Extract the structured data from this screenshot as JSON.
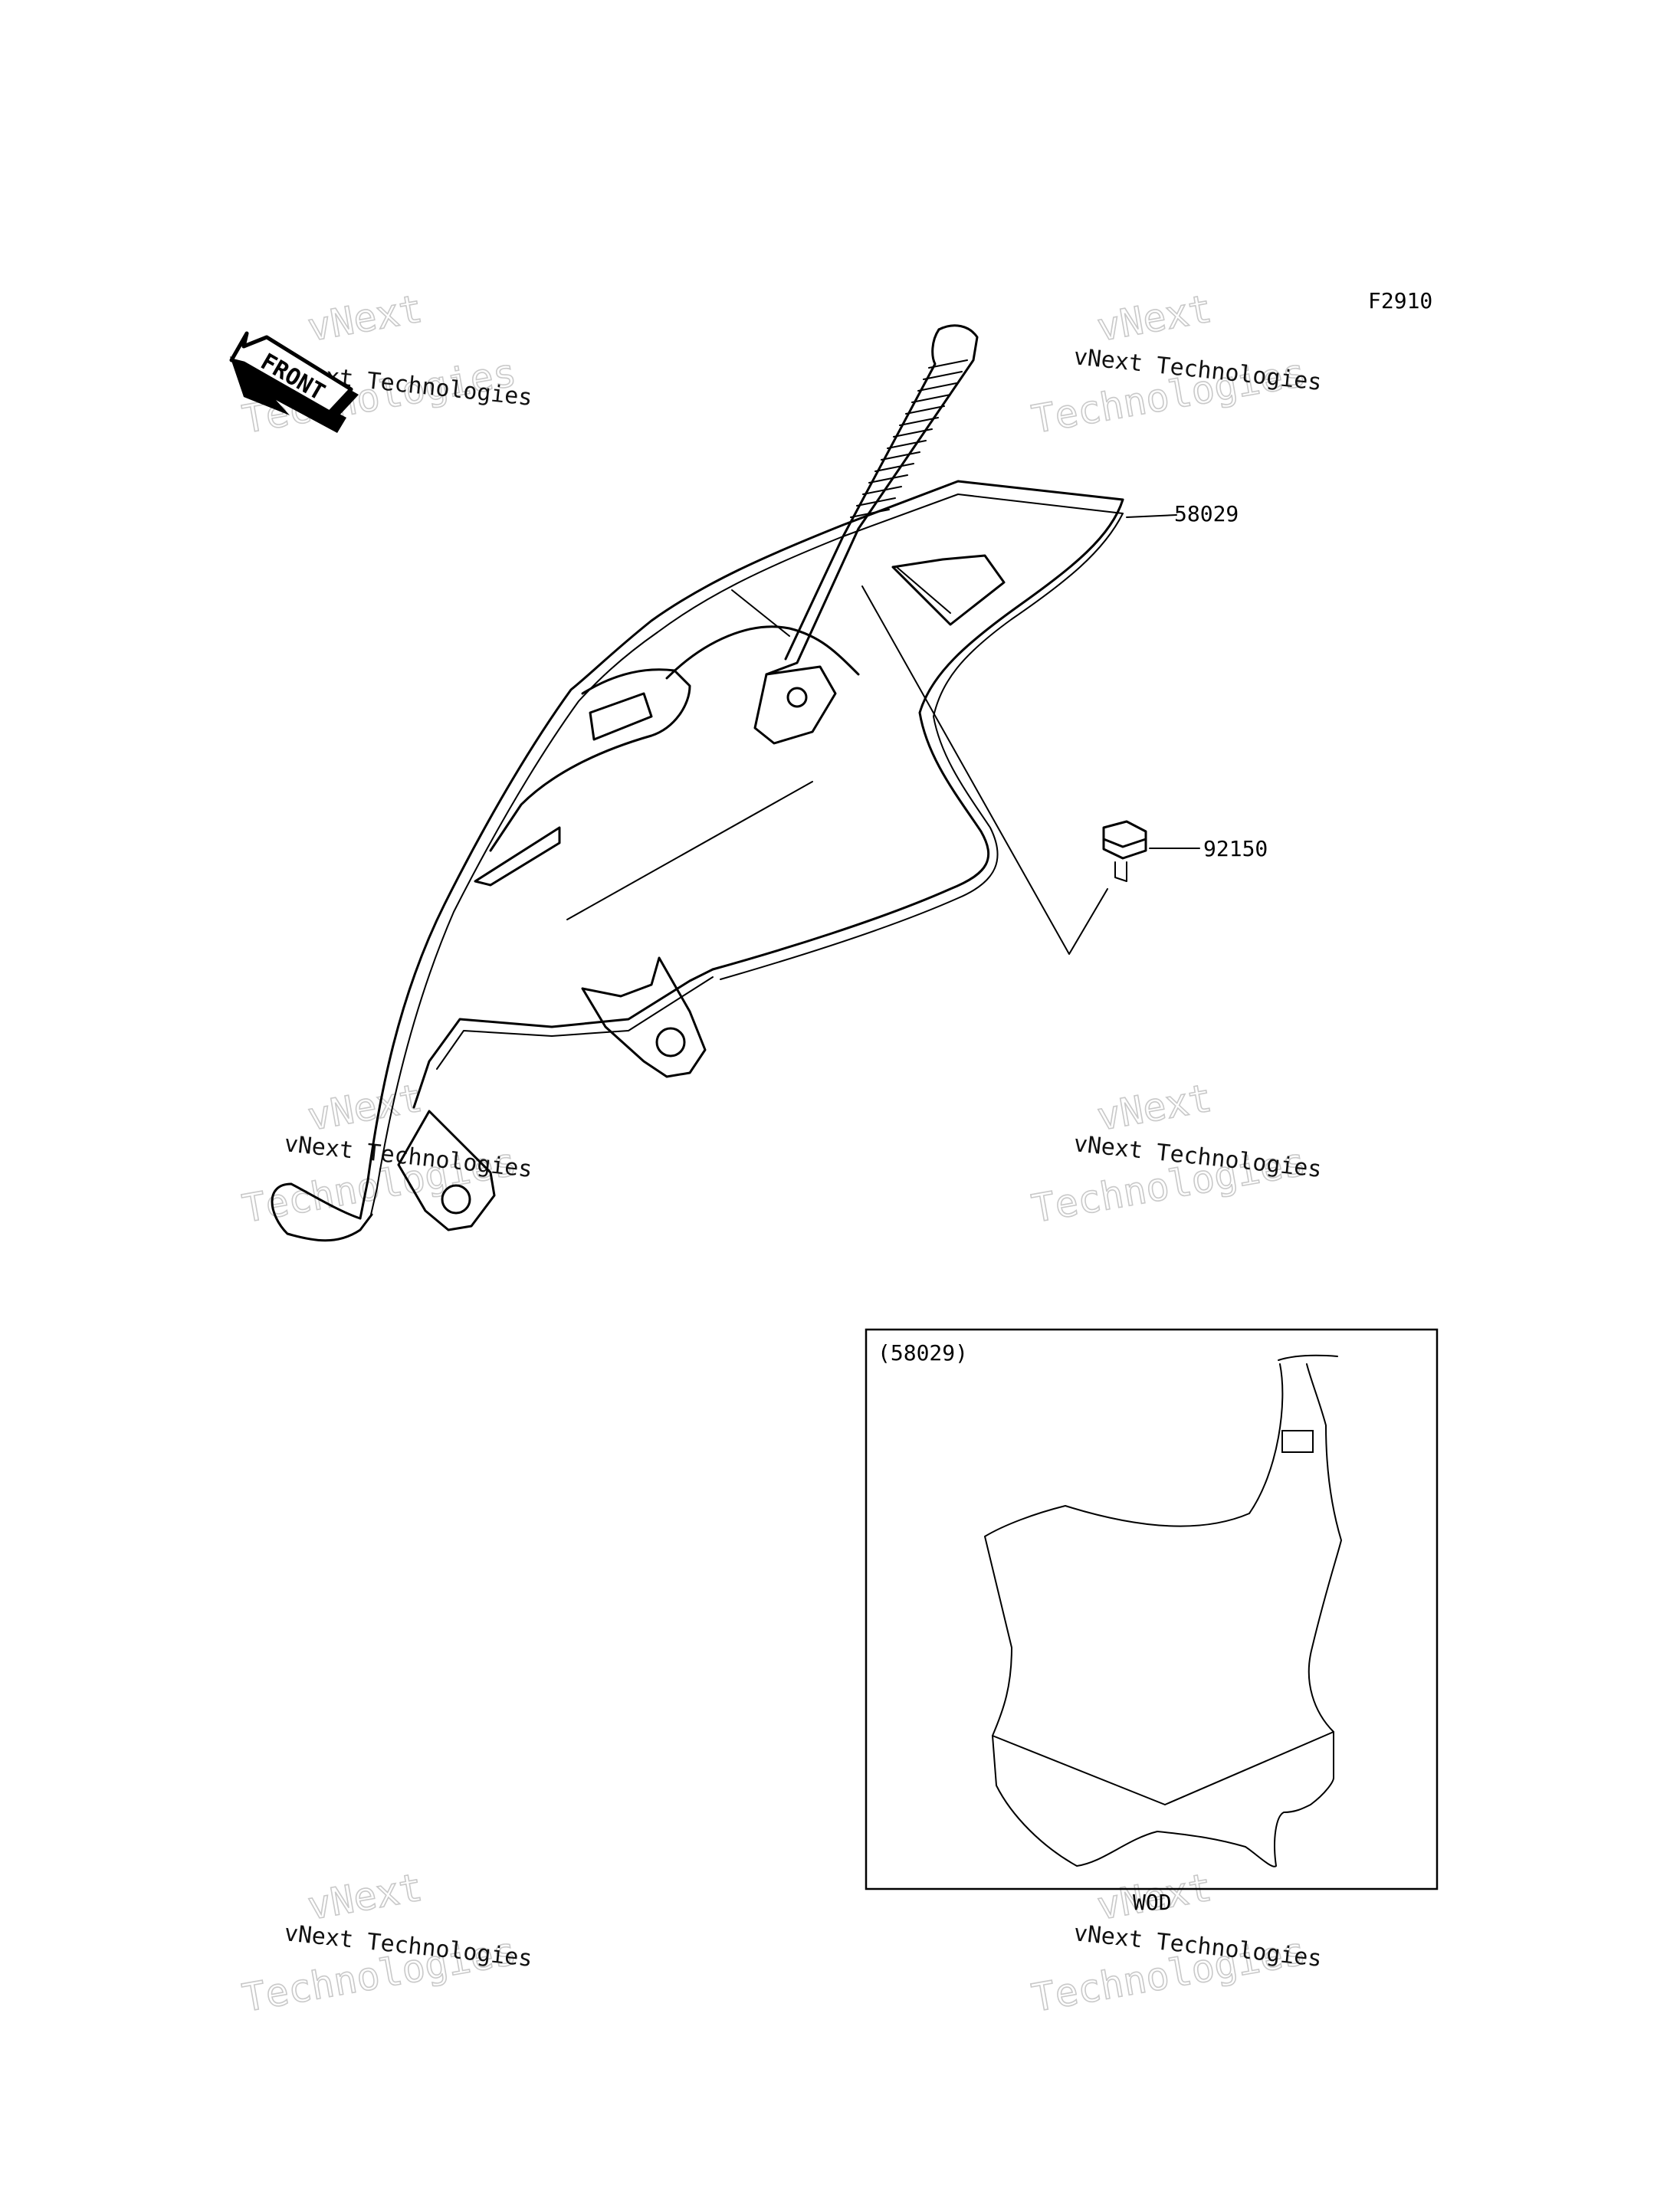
{
  "diagram": {
    "code": "F2910",
    "front_label": "FRONT",
    "parts": [
      {
        "number": "58029"
      },
      {
        "number": "92150"
      }
    ],
    "inset": {
      "title": "(58029)",
      "caption": "WOD"
    },
    "watermark": {
      "line1": "vNext Technologies",
      "line2": "vNext",
      "line3": "Technologies"
    }
  }
}
